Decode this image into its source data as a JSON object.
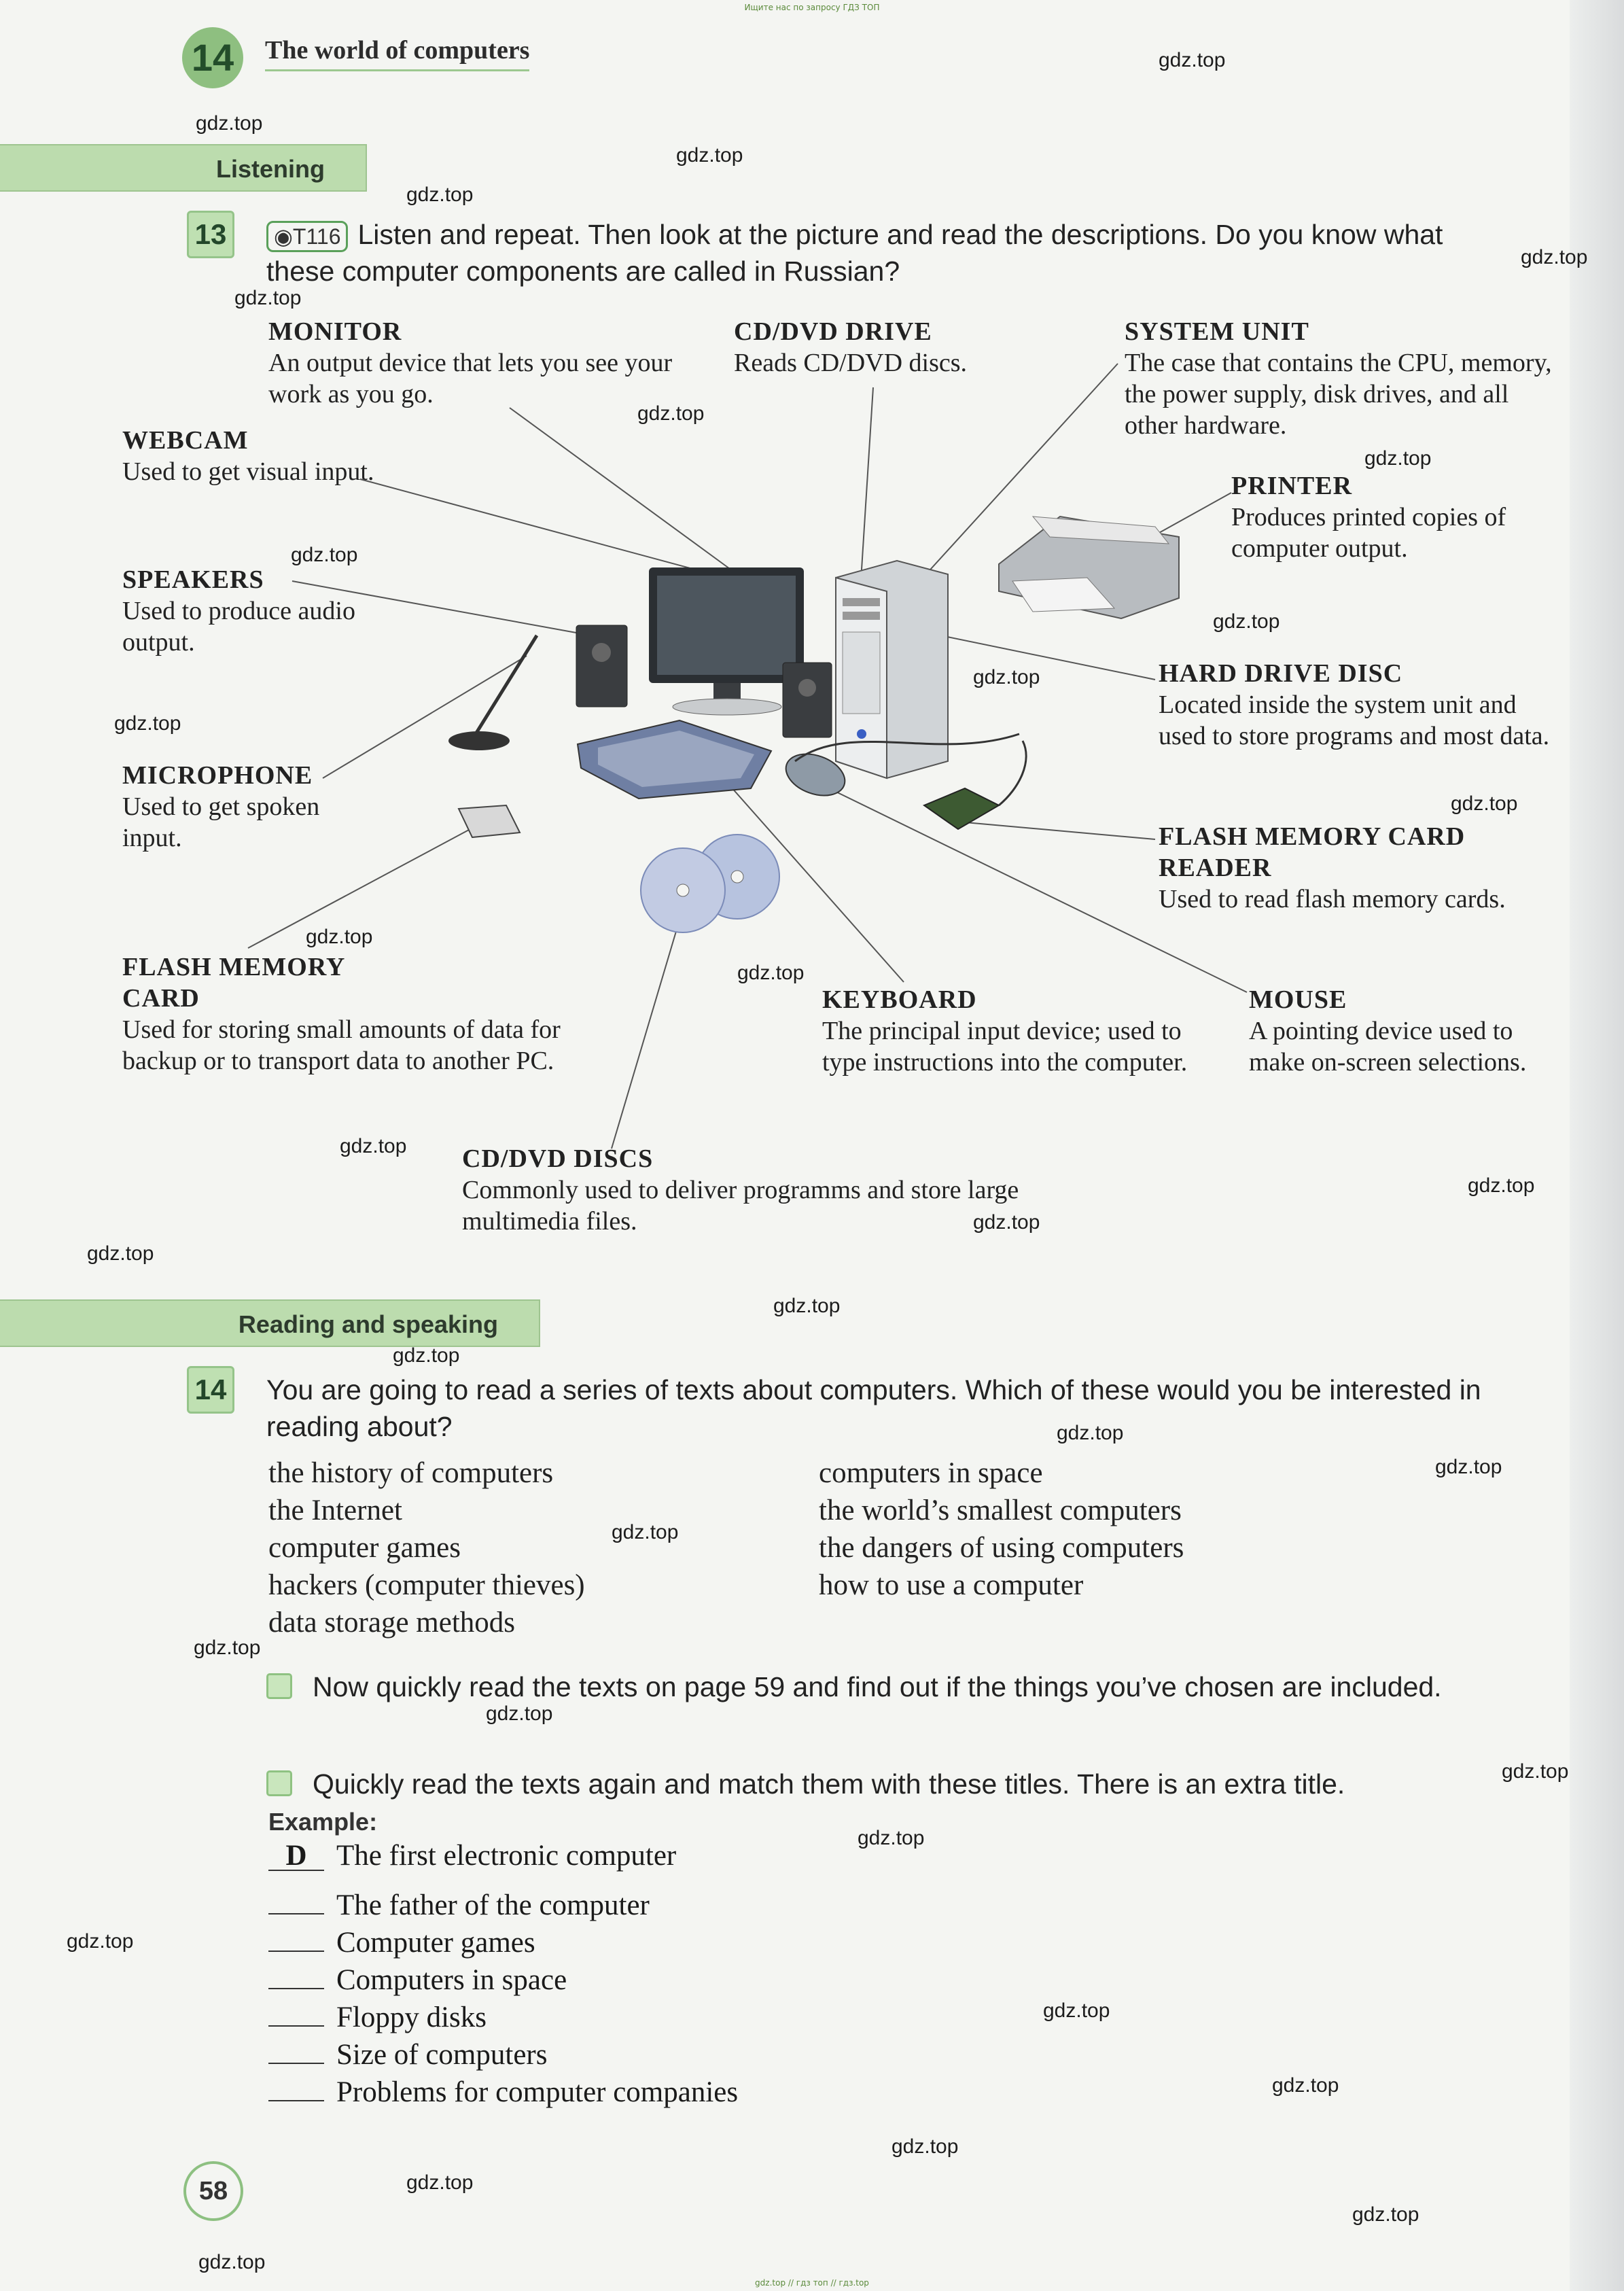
{
  "top_note": "Ищите нас по запросу ГДЗ ТОП",
  "bottom_note": "gdz.top // гдз топ // гдз.top",
  "unit": {
    "number": "14",
    "title": "The world of computers"
  },
  "sections": {
    "listening": "Listening",
    "reading": "Reading and speaking"
  },
  "ex13": {
    "number": "13",
    "audio": "T116",
    "instruction": "Listen and repeat. Then look at the picture and read the descriptions. Do you know what these computer components are called in Russian?"
  },
  "components": {
    "monitor": {
      "name": "MONITOR",
      "desc": "An output device that lets you see your work as you go."
    },
    "cddrive": {
      "name": "CD/DVD DRIVE",
      "desc": "Reads CD/DVD discs."
    },
    "systemunit": {
      "name": "SYSTEM UNIT",
      "desc": "The case that contains the CPU, memory, the power supply, disk drives, and all other hardware."
    },
    "webcam": {
      "name": "WEBCAM",
      "desc": "Used to get visual input."
    },
    "printer": {
      "name": "PRINTER",
      "desc": "Produces printed copies of computer output."
    },
    "speakers": {
      "name": "SPEAKERS",
      "desc": "Used to produce audio output."
    },
    "harddrive": {
      "name": "HARD DRIVE DISC",
      "desc": "Located inside the system unit and used to store programs and most data."
    },
    "microphone": {
      "name": "MICROPHONE",
      "desc": "Used to get spoken input."
    },
    "cardreader": {
      "name": "FLASH MEMORY CARD READER",
      "desc": "Used to read flash memory cards."
    },
    "flashcard": {
      "name": "FLASH MEMORY CARD",
      "desc": "Used for storing small amounts of data for backup or to transport data to another PC."
    },
    "keyboard": {
      "name": "KEYBOARD",
      "desc": "The principal input device; used to type instructions into the computer."
    },
    "mouse": {
      "name": "MOUSE",
      "desc": "A pointing device used to make on-screen selections."
    },
    "discs": {
      "name": "CD/DVD DISCS",
      "desc": "Commonly used to deliver programms and store large multimedia files."
    }
  },
  "ex14": {
    "number": "14",
    "instruction": "You are going to read a series of texts about computers. Which of these would you be interested in reading about?",
    "topics_left": [
      "the history of computers",
      "the Internet",
      "computer games",
      "hackers (computer thieves)",
      "data storage methods"
    ],
    "topics_right": [
      "computers in space",
      "the world’s smallest computers",
      "the dangers of using computers",
      "how to use a computer"
    ],
    "task1": "Now quickly read the texts on page 59 and find out if the things you’ve chosen are included.",
    "task2": "Quickly read the texts again and match them with these titles. There is an extra title.",
    "example_label": "Example:",
    "example_answer": "D",
    "example_title": "The first electronic computer",
    "titles": [
      "The father of the computer",
      "Computer games",
      "Computers in space",
      "Floppy disks",
      "Size of computers",
      "Problems for computer companies"
    ]
  },
  "page_number": "58",
  "watermark": "gdz.top"
}
